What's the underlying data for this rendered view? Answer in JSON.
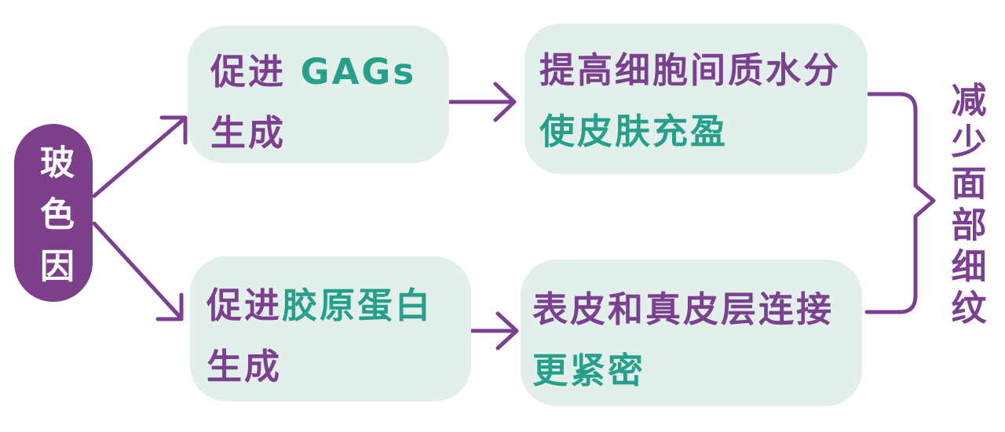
{
  "colors": {
    "purple": "#7c4090",
    "purple_fill": "#7d3f8c",
    "teal": "#27a08b",
    "mint": "#e3efea",
    "pill_text": "#ffffff",
    "background": "#ffffff"
  },
  "source": {
    "label": "玻色因"
  },
  "nodes": {
    "top_left": {
      "line1_purple": "促进 ",
      "line1_teal": "GAGs",
      "line2": "生成"
    },
    "top_right": {
      "line1": "提高细胞间质水分",
      "line2": "使皮肤充盈"
    },
    "bottom_left": {
      "line1_purple": "促进",
      "line1_teal": "胶原蛋白",
      "line2": "生成"
    },
    "bottom_right": {
      "line1": "表皮和真皮层连接",
      "line2": "更紧密"
    }
  },
  "outcome": {
    "label": "减少面部细纹"
  }
}
